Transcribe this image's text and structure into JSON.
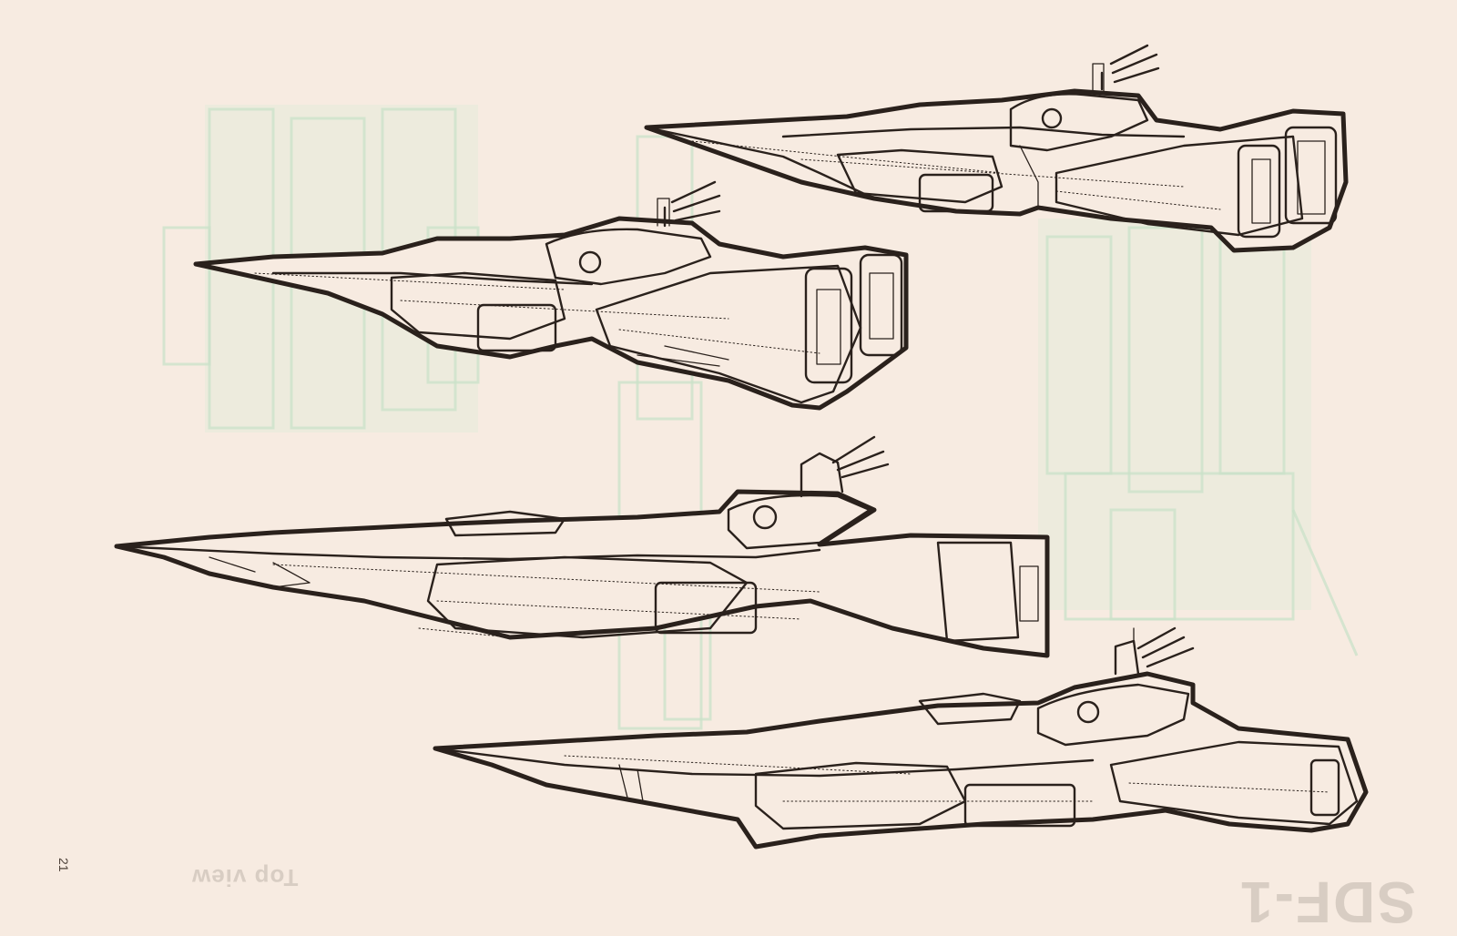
{
  "page": {
    "number": "21",
    "bleed_through": {
      "left": "Top view",
      "right": "SDF-1"
    }
  },
  "palette": {
    "paper": "#f7ebe1",
    "ink": "#2a211c",
    "ghost_green": "#c9e1c8"
  },
  "illustrations": [
    {
      "id": "ship-1",
      "subject": "spaceship-sketch"
    },
    {
      "id": "ship-2",
      "subject": "spaceship-sketch"
    },
    {
      "id": "ship-3",
      "subject": "spaceship-sketch"
    },
    {
      "id": "ship-4",
      "subject": "spaceship-sketch"
    }
  ]
}
